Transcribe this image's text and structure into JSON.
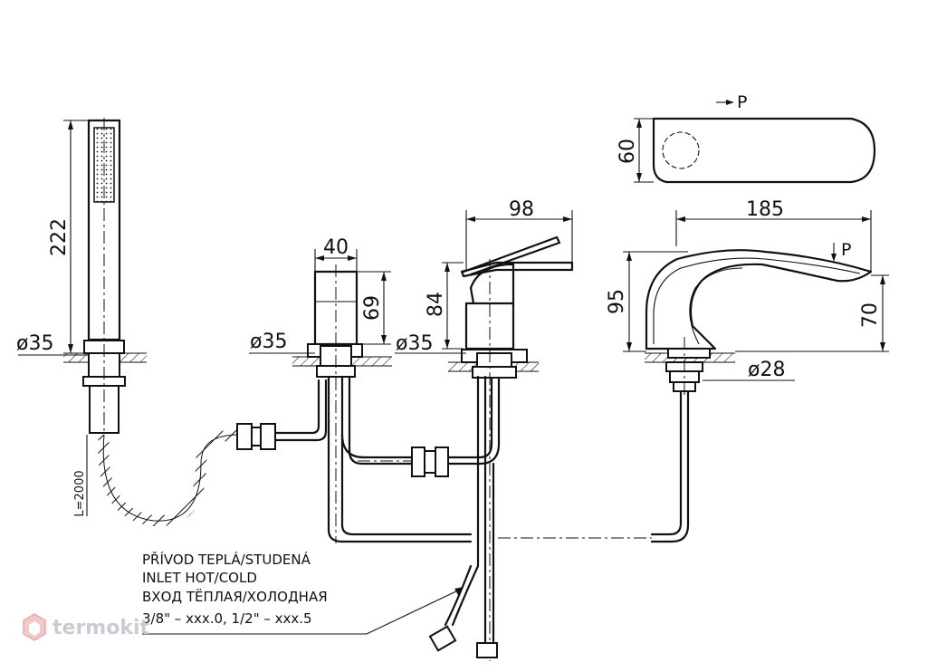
{
  "dimensions": {
    "handshower_height": "222",
    "handshower_dia": "ø35",
    "hose_length": "L=2000",
    "diverter_width": "40",
    "diverter_height": "69",
    "diverter_dia": "ø35",
    "mixer_width": "98",
    "mixer_height": "84",
    "mixer_dia": "ø35",
    "spout_length": "185",
    "spout_height": "95",
    "spout_outlet_height": "70",
    "spout_dia": "ø28",
    "top_view_width": "60"
  },
  "labels": {
    "p_top": "P",
    "p_side": "P"
  },
  "inlet_note": {
    "line1": "PŘÍVOD TEPLÁ/STUDENÁ",
    "line2": "INLET HOT/COLD",
    "line3": "ВХОД ТЁПЛАЯ/ХОЛОДНАЯ",
    "line4": "3/8\" – xxx.0, 1/2\" – xxx.5"
  },
  "watermark": {
    "text": "termokit"
  }
}
